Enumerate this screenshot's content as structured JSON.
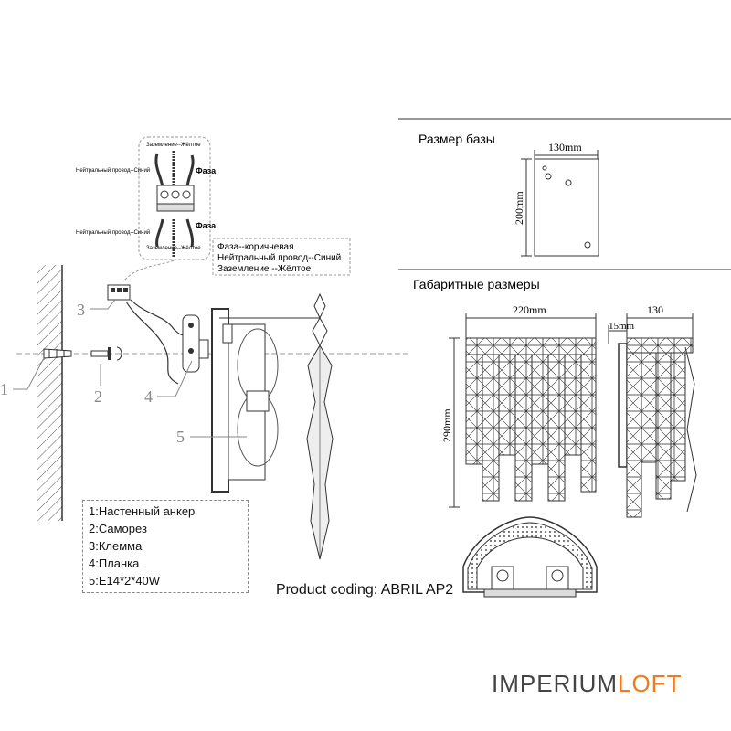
{
  "wiring": {
    "ground_top": "Заземление--Жёлтое",
    "neutral_top": "Нейтральный провод--Синий",
    "phase_top": "Фаза",
    "neutral_bottom": "Нейтральный провод--Синий",
    "phase_bottom": "Фаза",
    "ground_bottom": "Заземление--Жёлтое",
    "legend": [
      "Фаза--коричневая",
      "Нейтральный провод--Синий",
      "Заземление --Жёлтое"
    ]
  },
  "callouts": [
    "1",
    "2",
    "3",
    "4",
    "5"
  ],
  "legend": [
    "1:Настенный анкер",
    "2:Саморез",
    "3:Клемма",
    "4:Планка",
    "5:E14*2*40W"
  ],
  "base": {
    "title": "Размер базы",
    "width": "130mm",
    "height": "200mm"
  },
  "dimensions": {
    "title": "Габаритные размеры",
    "front_width": "220mm",
    "height": "290mm",
    "depth": "130",
    "offset": "15mm"
  },
  "product_coding": "Product coding: ABRIL AP2",
  "brand": {
    "part1": "IMPERIUM",
    "part2": "LOFT",
    "color1": "#444444",
    "color2": "#f07a1e"
  }
}
